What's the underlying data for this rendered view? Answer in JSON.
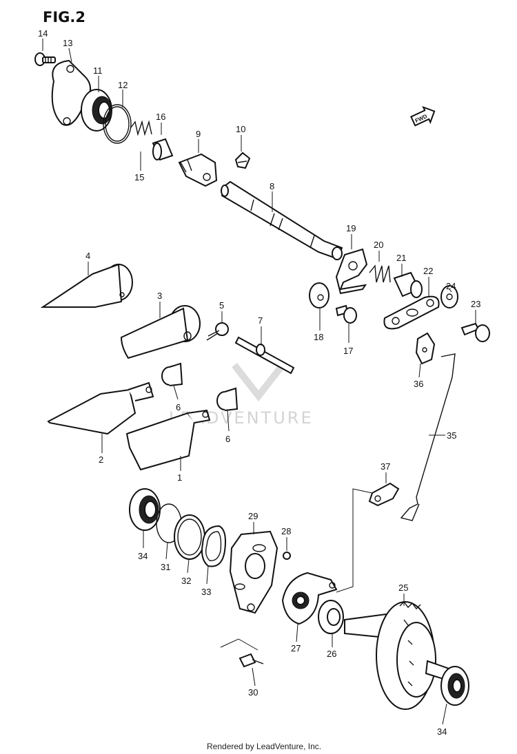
{
  "figure_title": "FIG.2",
  "direction_badge": "FWD",
  "watermark": "LEADVENTURE",
  "footer": "Rendered by LeadVenture, Inc.",
  "callouts": {
    "p1": "1",
    "p2": "2",
    "p3": "3",
    "p4": "4",
    "p5": "5",
    "p6a": "6",
    "p6b": "6",
    "p7": "7",
    "p8": "8",
    "p9": "9",
    "p10": "10",
    "p11": "11",
    "p12": "12",
    "p13": "13",
    "p14": "14",
    "p15": "15",
    "p16": "16",
    "p17": "17",
    "p18": "18",
    "p19": "19",
    "p20": "20",
    "p21": "21",
    "p22": "22",
    "p23": "23",
    "p24": "24",
    "p25": "25",
    "p26": "26",
    "p27": "27",
    "p28": "28",
    "p29": "29",
    "p30": "30",
    "p31": "31",
    "p32": "32",
    "p33": "33",
    "p34a": "34",
    "p34b": "34",
    "p35": "35",
    "p36": "36",
    "p37": "37"
  }
}
